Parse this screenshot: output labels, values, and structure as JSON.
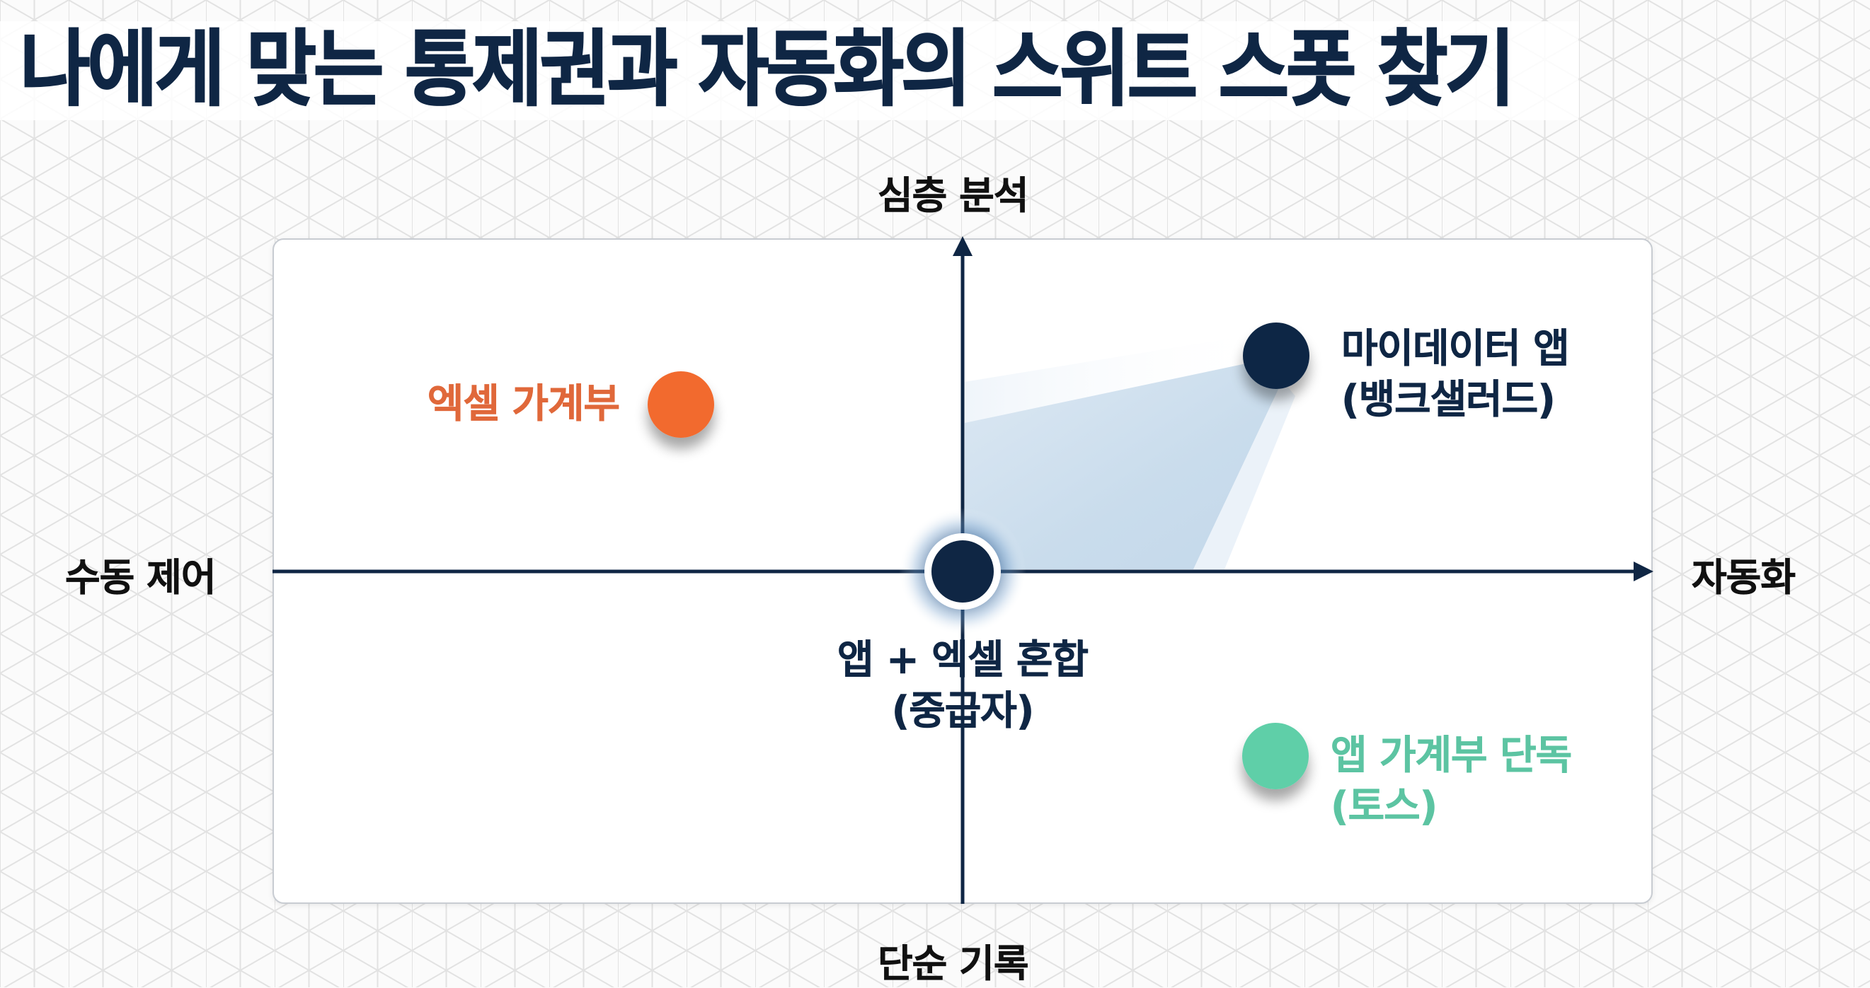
{
  "title": "나에게 맞는 통제권과 자동화의 스위트 스폿 찾기",
  "axes": {
    "top": "심층 분석",
    "bottom": "단순 기록",
    "left": "수동 제어",
    "right": "자동화"
  },
  "points": [
    {
      "id": "excel",
      "line1": "엑셀 가계부",
      "line2": "",
      "color": "#f26a2e"
    },
    {
      "id": "mydata",
      "line1": "마이데이터 앱",
      "line2": "(뱅크샐러드)",
      "color": "#0f2644"
    },
    {
      "id": "hybrid",
      "line1": "앱 + 엑셀 혼합",
      "line2": "(중급자)",
      "color": "#0f2644"
    },
    {
      "id": "toss",
      "line1": "앱 가계부 단독",
      "line2": "(토스)",
      "color": "#5ecfa8"
    }
  ],
  "colors": {
    "navy": "#0f2644",
    "orange": "#f26a2e",
    "mint": "#5ecfa8",
    "wedge": "#c9dcec",
    "grid": "#e4e4e4"
  },
  "chart_data": {
    "type": "scatter",
    "title": "나에게 맞는 통제권과 자동화의 스위트 스폿 찾기",
    "xlabel": "수동 제어 ← → 자동화",
    "ylabel": "단순 기록 ← → 심층 분석",
    "x_axis": {
      "negative": "수동 제어",
      "positive": "자동화"
    },
    "y_axis": {
      "negative": "단순 기록",
      "positive": "심층 분석"
    },
    "xlim": [
      -1,
      1
    ],
    "ylim": [
      -1,
      1
    ],
    "grid": false,
    "series": [
      {
        "name": "엑셀 가계부",
        "x": -0.41,
        "y": 0.5,
        "color": "#f26a2e"
      },
      {
        "name": "마이데이터 앱 (뱅크샐러드)",
        "x": 0.45,
        "y": 0.65,
        "color": "#0f2644"
      },
      {
        "name": "앱 + 엑셀 혼합 (중급자)",
        "x": 0.0,
        "y": 0.0,
        "color": "#0f2644",
        "highlighted": true
      },
      {
        "name": "앱 가계부 단독 (토스)",
        "x": 0.45,
        "y": -0.56,
        "color": "#5ecfa8"
      }
    ],
    "annotations": [
      "Shaded wedge connecting 앱 + 엑셀 혼합 (origin) toward 마이데이터 앱 in the upper-right quadrant"
    ]
  }
}
